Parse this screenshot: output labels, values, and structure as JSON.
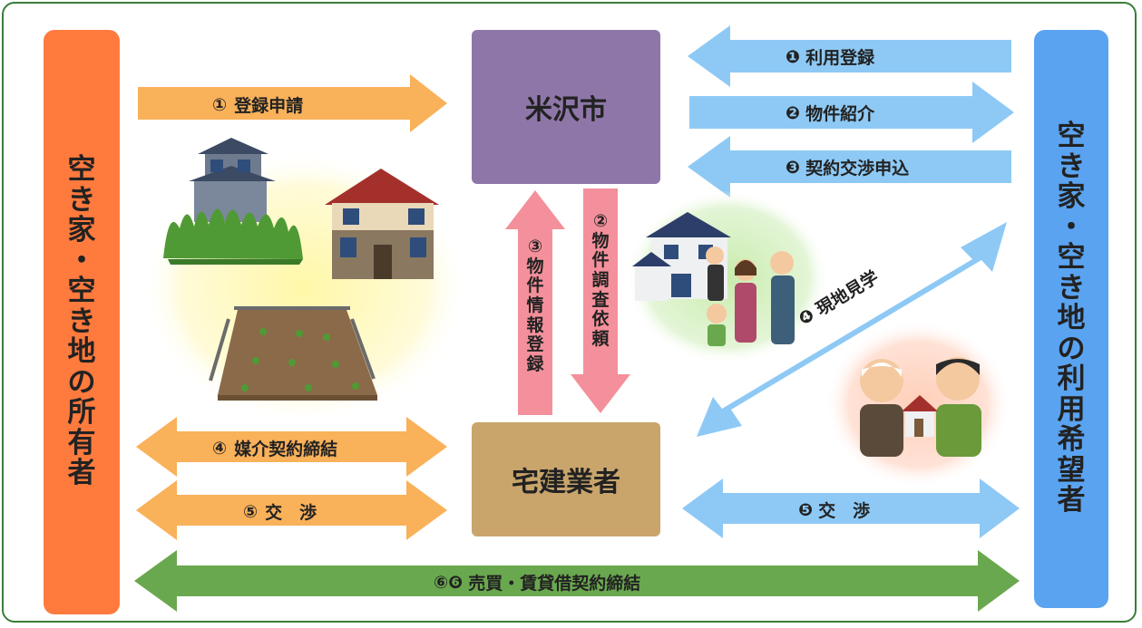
{
  "owner_box": {
    "text": "空き家・空き地の所有者",
    "color": "#ff7a3d"
  },
  "user_box": {
    "text": "空き家・空き地の利用希望者",
    "color": "#5aa3f0"
  },
  "city_box": {
    "text": "米沢市",
    "color": "#8e77a8"
  },
  "realtor_box": {
    "text": "宅建業者",
    "color": "#c9a56b"
  },
  "arrows": {
    "owner_registration": {
      "num": "①",
      "text": "登録申請"
    },
    "user_registration": {
      "num": "❶",
      "text": "利用登録"
    },
    "property_intro": {
      "num": "❷",
      "text": "物件紹介"
    },
    "contract_application": {
      "num": "❸",
      "text": "契約交渉申込"
    },
    "property_info_register": {
      "num": "③",
      "text": "物件情報登録"
    },
    "property_survey_request": {
      "num": "②",
      "text": "物件調査依頼"
    },
    "site_visit": {
      "num": "❹",
      "text": "現地見学"
    },
    "brokerage_contract": {
      "num": "④",
      "text": "媒介契約締結"
    },
    "owner_negotiation": {
      "num": "⑤",
      "text": "交　渉"
    },
    "user_negotiation": {
      "num": "❺",
      "text": "交　渉"
    },
    "sale_lease_contract": {
      "num": "⑥❻",
      "text": "売買・賃貸借契約締結"
    }
  },
  "colors": {
    "orange_arrow": "#f9b15a",
    "blue_arrow": "#8ec9f5",
    "pink_arrow": "#f4909b",
    "green_arrow": "#6aa84f",
    "frame": "#3a7d3a"
  },
  "illustrations": [
    "houses-and-vacant-lot-illustration",
    "family-viewing-house-illustration",
    "handshake-house-illustration"
  ]
}
